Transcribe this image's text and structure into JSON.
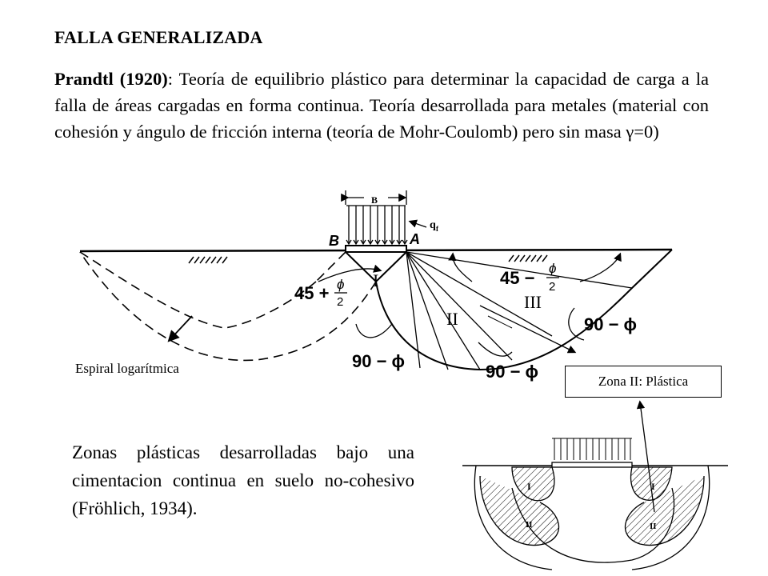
{
  "heading": "FALLA GENERALIZADA",
  "intro": {
    "author": "Prandtl (1920)",
    "text": ": Teoría de equilibrio plástico para determinar la capacidad de carga a la falla de áreas cargadas en forma continua. Teoría desarrollada para metales (material con cohesión y ángulo de fricción interna (teoría de Mohr-Coulomb) pero sin masa γ=0)"
  },
  "diagram": {
    "width_label": "B",
    "load_label": "q",
    "load_sub": "f",
    "corner_left": "B",
    "corner_right": "A",
    "zone1": "I",
    "zone2": "II",
    "zone3": "III",
    "angle_left": "45 +",
    "angle_right": "45 −",
    "phi": "ϕ",
    "two": "2",
    "angle_90a": "90 − ϕ",
    "angle_90b": "90 − ϕ",
    "angle_90c": "90 − ϕ"
  },
  "spiral_label": "Espiral logarítmica",
  "zone_box": "Zona II: Plástica",
  "caption": "Zonas plásticas desarrolladas bajo una cimentacion continua en suelo no-cohesivo (Fröhlich, 1934).",
  "small_diagram": {
    "zone1_left": "I",
    "zone1_right": "I",
    "zone2_left": "II",
    "zone2_right": "II"
  }
}
